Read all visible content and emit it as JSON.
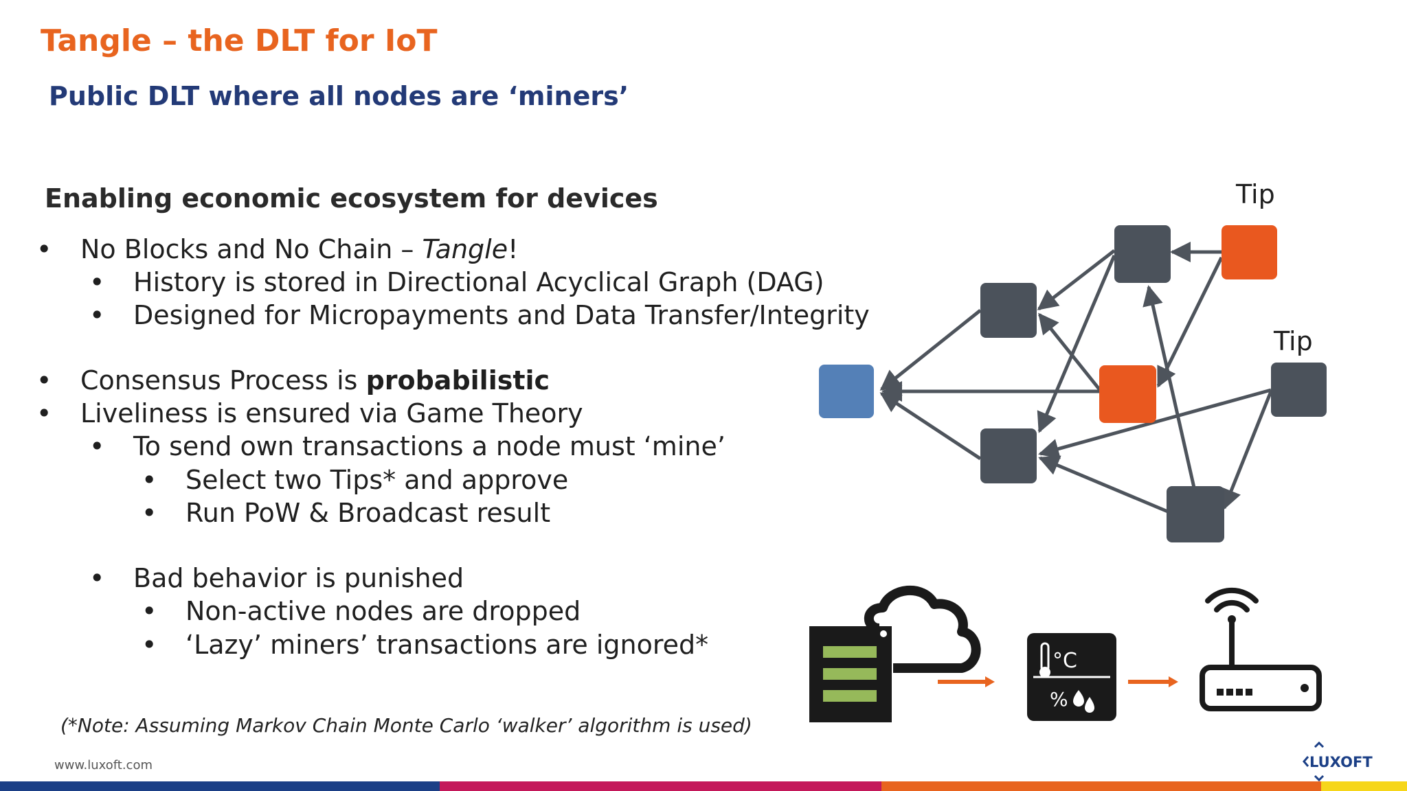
{
  "title": "Tangle – the DLT for IoT",
  "subtitle": "Public DLT where all nodes are ‘miners’",
  "heading": "Enabling economic ecosystem for devices",
  "bullets": {
    "b1": {
      "text": "No Blocks and No Chain – ",
      "em": "Tangle",
      "after": "!"
    },
    "b1a": "History is stored in Directional Acyclical Graph (DAG)",
    "b1b": "Designed for Micropayments and Data Transfer/Integrity",
    "b2": {
      "text": "Consensus Process is ",
      "strong": "probabilistic"
    },
    "b3": "Liveliness is ensured via Game Theory",
    "b3a": "To send own transactions a node must ‘mine’",
    "b3a1": "Select two Tips* and approve",
    "b3a2": "Run PoW & Broadcast result",
    "b4": "Bad behavior is punished",
    "b4a": "Non-active nodes are dropped",
    "b4b": "‘Lazy’ miners’ transactions are ignored*"
  },
  "note": "(*Note: Assuming Markov Chain Monte Carlo ‘walker’ algorithm is used)",
  "footer_url": "www.luxoft.com",
  "diagram": {
    "tip_label_1": "Tip",
    "tip_label_2": "Tip",
    "sensor_temp": "°C",
    "sensor_hum": "%"
  },
  "logo_text": "LUXOFT",
  "colors": {
    "title": "#e8641f",
    "subtitle": "#233a77",
    "node_gray": "#4b525b",
    "node_orange": "#e9581f",
    "node_blue": "#5480b7",
    "edge": "#4e545c",
    "bar_blue": "#1b3f86",
    "bar_magenta": "#c4185a",
    "bar_orange": "#e8641f",
    "bar_yellow": "#f6d61a"
  },
  "icons": [
    "server-cloud-icon",
    "sensor-icon",
    "router-icon",
    "arrow-right-icon",
    "luxoft-logo"
  ]
}
